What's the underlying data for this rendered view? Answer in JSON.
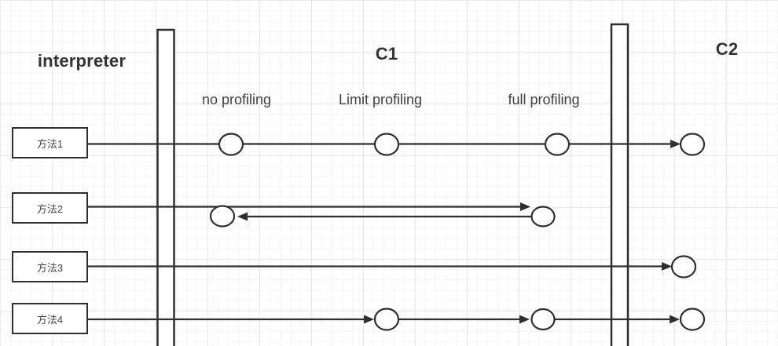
{
  "headers": {
    "interpreter": "interpreter",
    "c1": "C1",
    "c2": "C2"
  },
  "profiling_labels": {
    "no": "no profiling",
    "limit": "Limit profiling",
    "full": "full profiling"
  },
  "methods": [
    {
      "label": "方法1"
    },
    {
      "label": "方法2"
    },
    {
      "label": "方法3"
    },
    {
      "label": "方法4"
    }
  ],
  "flows": [
    {
      "method": "方法1",
      "description": "line through circles at no profiling, Limit profiling, full profiling, arrow into circle in C2"
    },
    {
      "method": "方法2",
      "description": "arrow right from circle near no profiling to circle at full profiling, return arrow back left"
    },
    {
      "method": "方法3",
      "description": "straight line with arrow into circle in C2"
    },
    {
      "method": "方法4",
      "description": "arrow into circle at Limit profiling, arrow into circle at full profiling, arrow into circle in C2"
    }
  ],
  "colors": {
    "stroke": "#2f2f2f",
    "heading_text": "#333333",
    "label_text": "#404040",
    "box_text": "#464646",
    "background": "#ffffff",
    "grid_minor": "#f4f4f4",
    "grid_major": "#e9e9e9"
  }
}
